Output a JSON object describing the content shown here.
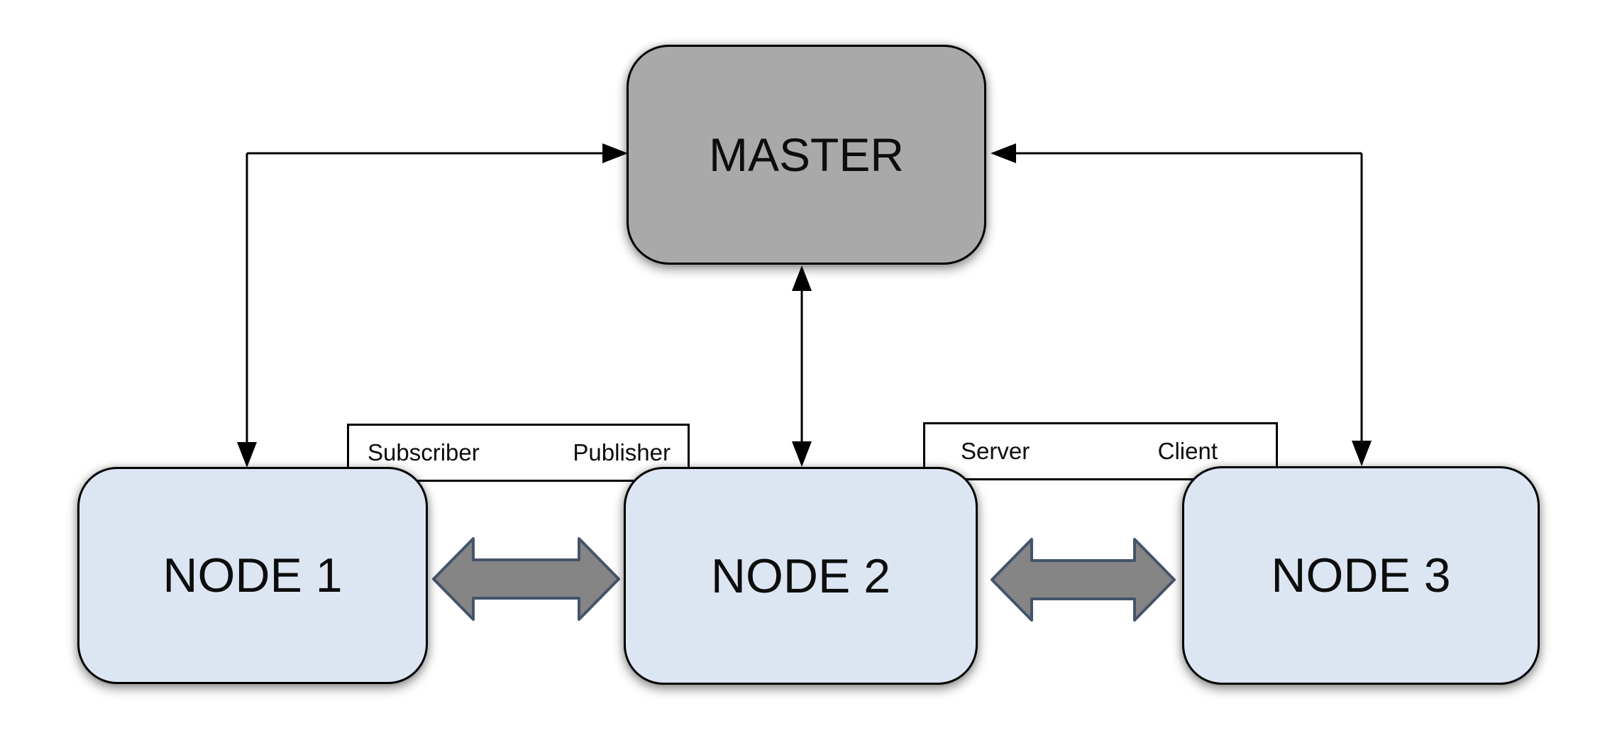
{
  "diagram": {
    "master": {
      "label": "MASTER"
    },
    "nodes": [
      {
        "label": "NODE 1"
      },
      {
        "label": "NODE 2"
      },
      {
        "label": "NODE 3"
      }
    ],
    "connection_labels": {
      "node1_node2": {
        "left": "Subscriber",
        "right": "Publisher"
      },
      "node2_node3": {
        "left": "Server",
        "right": "Client"
      }
    },
    "colors": {
      "master_fill": "#a9a9a9",
      "node_fill": "#dce6f3",
      "double_arrow_fill": "#858585",
      "double_arrow_stroke": "#44546a",
      "connector_color": "#000000",
      "box_border": "#000000",
      "label_box_bg": "#ffffff",
      "background": "#ffffff",
      "text_color": "#0d0d0d"
    }
  }
}
